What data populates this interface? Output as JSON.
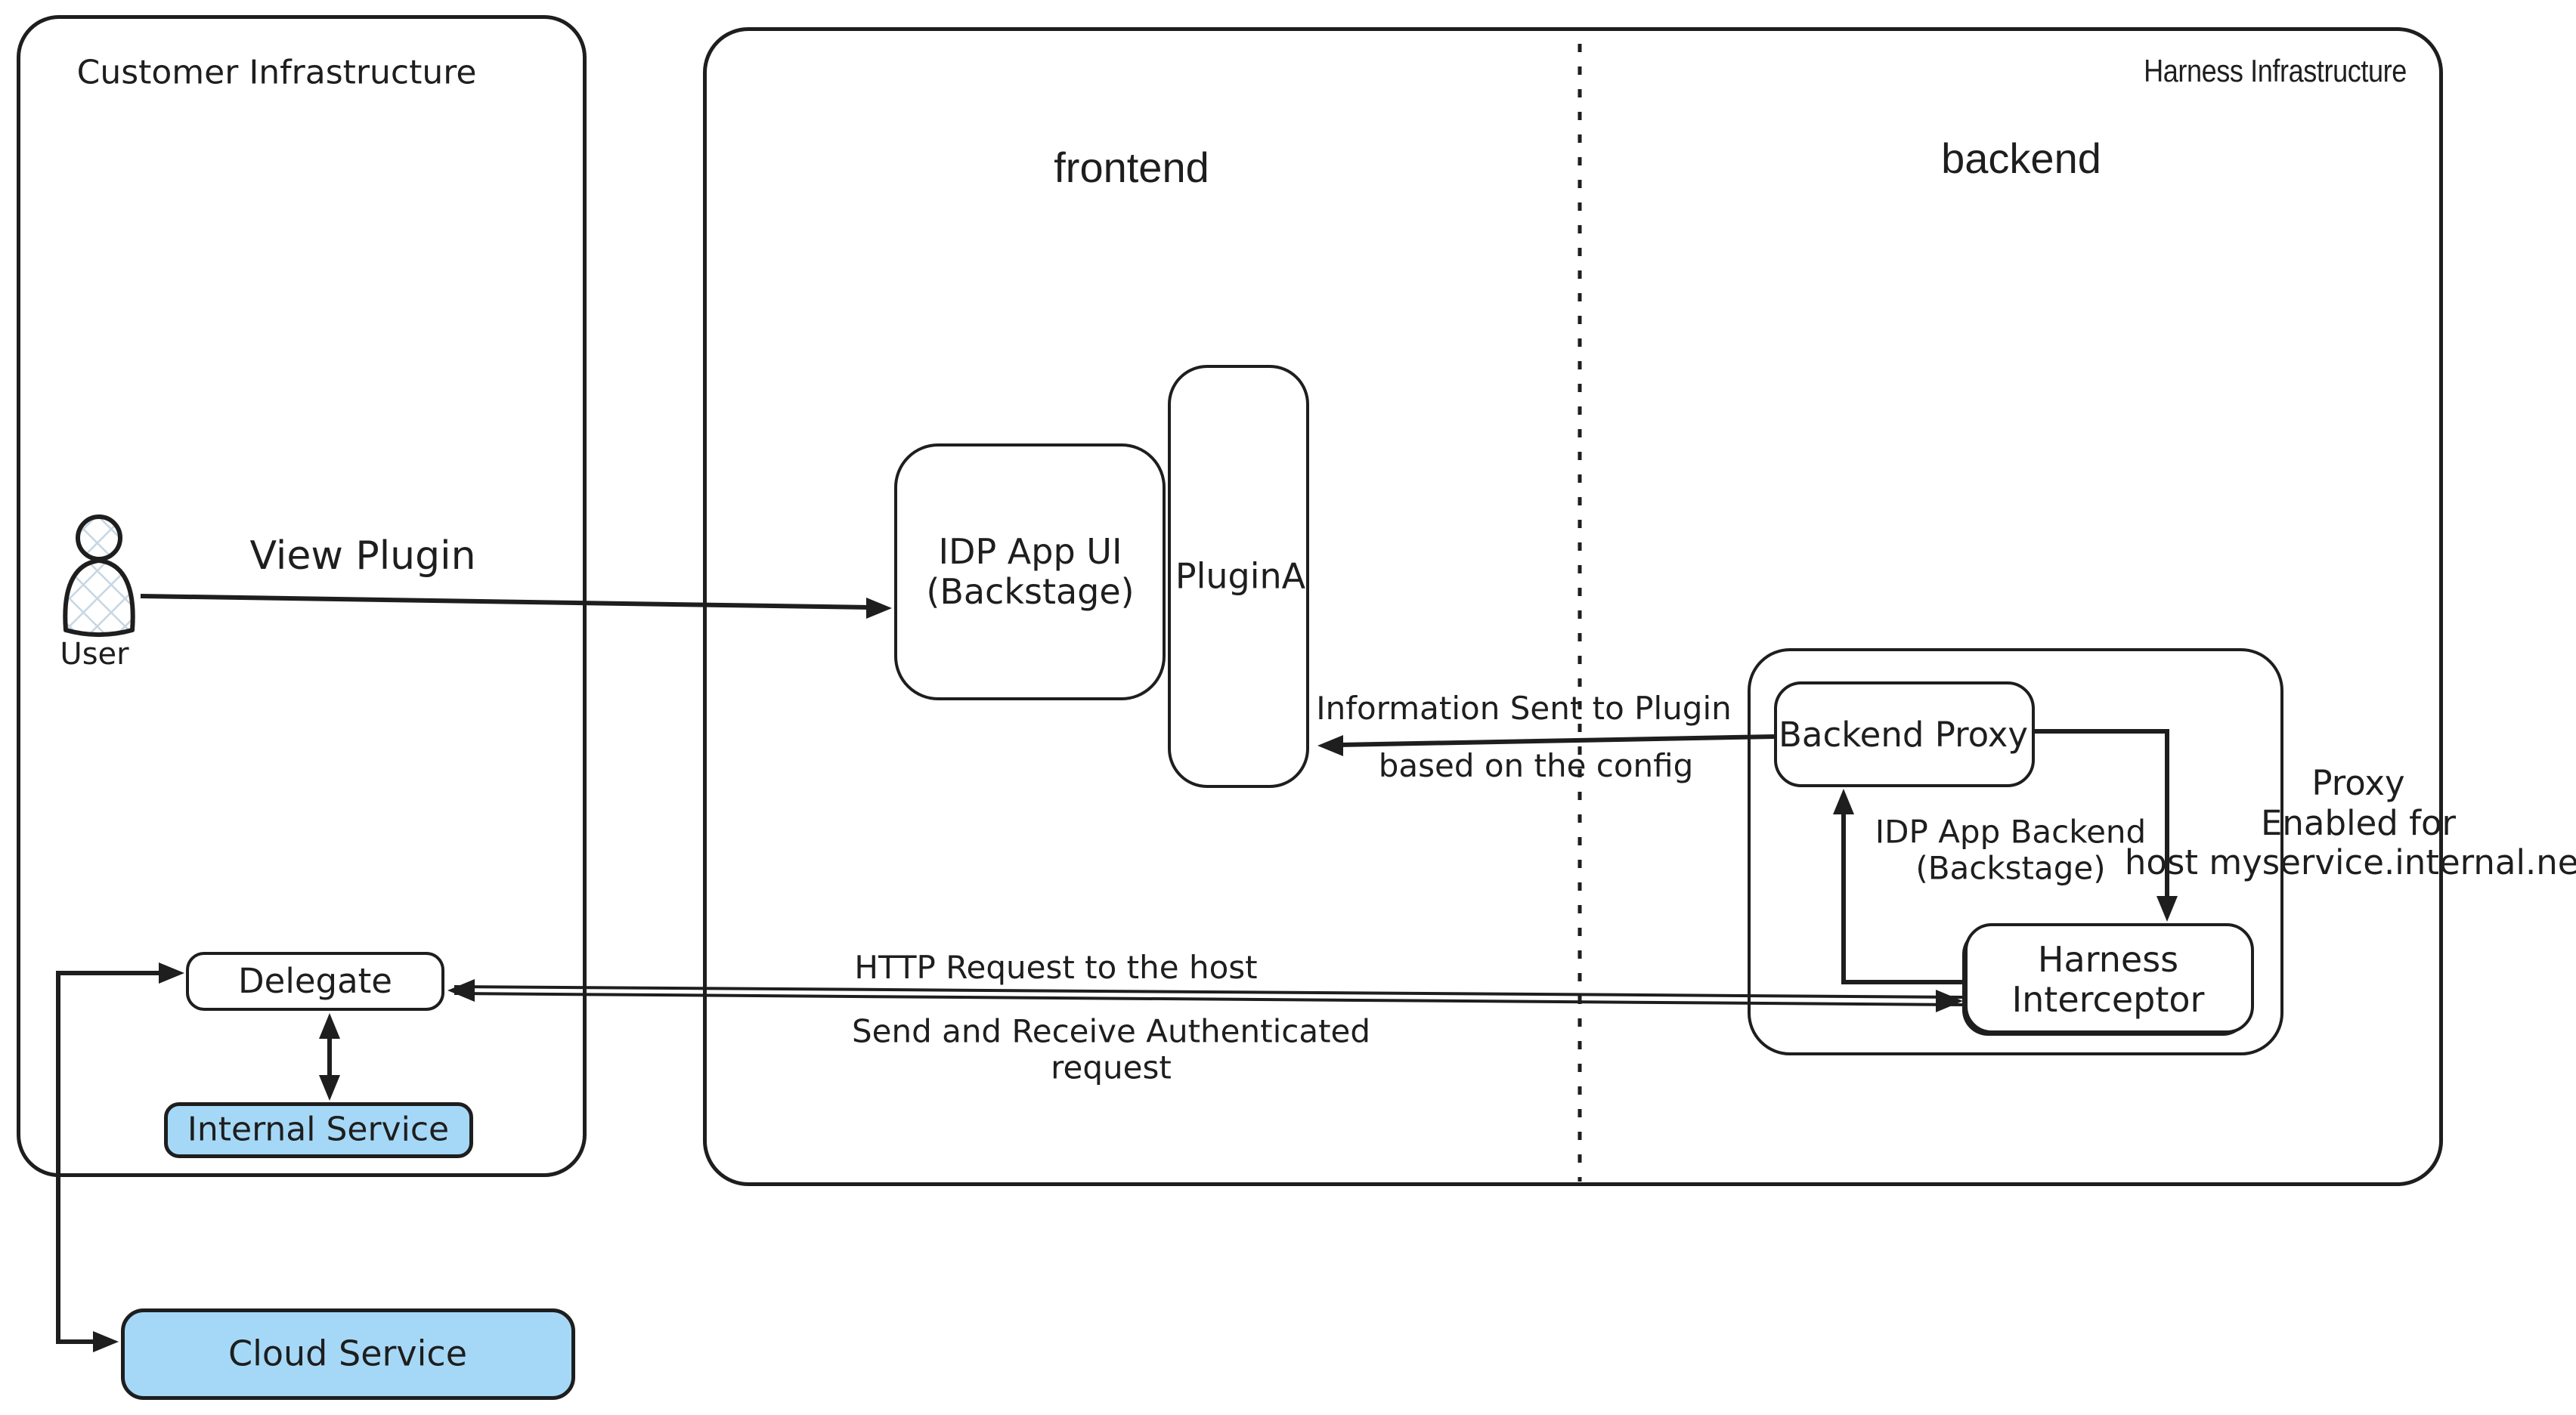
{
  "colors": {
    "stroke": "#1e1e1e",
    "blue_fill": "#a5d8f6",
    "background": "#ffffff"
  },
  "customer": {
    "title": "Customer Infrastructure",
    "user_label": "User",
    "delegate_label": "Delegate",
    "internal_service_label": "Internal Service"
  },
  "cloud": {
    "label": "Cloud Service"
  },
  "harness": {
    "title": "Harness Infrastructure",
    "frontend_label": "frontend",
    "backend_label": "backend",
    "idp_ui_line1": "IDP App UI",
    "idp_ui_line2": "(Backstage)",
    "plugin_label": "PluginA",
    "backend_proxy_label": "Backend Proxy",
    "interceptor_line1": "Harness",
    "interceptor_line2": "Interceptor",
    "idp_backend_line1": "IDP App Backend",
    "idp_backend_line2": "(Backstage)",
    "proxy_note_line1": "Proxy",
    "proxy_note_line2": "Enabled for",
    "proxy_note_line3": "host myservice.internal.net"
  },
  "edges": {
    "view_plugin": "View Plugin",
    "info_line1": "Information Sent to Plugin",
    "info_line2": "based on the config",
    "http_line1": "HTTP Request to the host",
    "http_line2": "Send and Receive Authenticated",
    "http_line3": "request"
  },
  "icons": {
    "user_icon": "person-silhouette"
  }
}
